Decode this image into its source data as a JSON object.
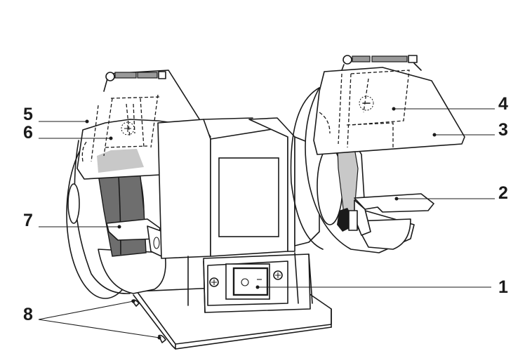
{
  "figure": {
    "subject": "Bench grinder parts diagram",
    "colors": {
      "line": "#1a1a1a",
      "wheel_dark": "#6e6e6e",
      "shield_tint": "#c8c8c8",
      "background": "#ffffff"
    }
  },
  "callouts": [
    {
      "id": "1",
      "label": "1",
      "target": "on-off-switch"
    },
    {
      "id": "2",
      "label": "2",
      "target": "right-tool-rest"
    },
    {
      "id": "3",
      "label": "3",
      "target": "right-eye-shield"
    },
    {
      "id": "4",
      "label": "4",
      "target": "right-shield-bracket"
    },
    {
      "id": "5",
      "label": "5",
      "target": "left-wheel-guard"
    },
    {
      "id": "6",
      "label": "6",
      "target": "left-shield-bracket"
    },
    {
      "id": "7",
      "label": "7",
      "target": "left-tool-rest"
    },
    {
      "id": "8",
      "label": "8",
      "target": "mounting-feet"
    }
  ]
}
